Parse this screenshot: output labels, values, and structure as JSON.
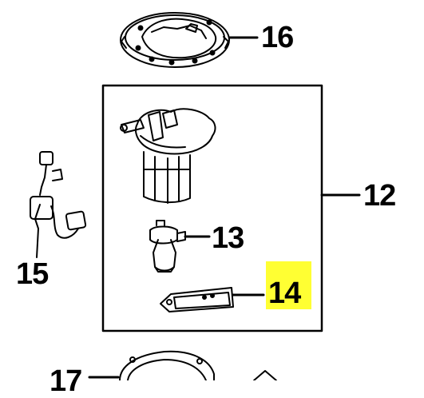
{
  "callouts": {
    "c16": "16",
    "c12": "12",
    "c13": "13",
    "c14": "14",
    "c15": "15",
    "c17": "17"
  },
  "highlighted_part": "14",
  "colors": {
    "line": "#000000",
    "highlight": "#ffff33",
    "background": "#ffffff"
  }
}
